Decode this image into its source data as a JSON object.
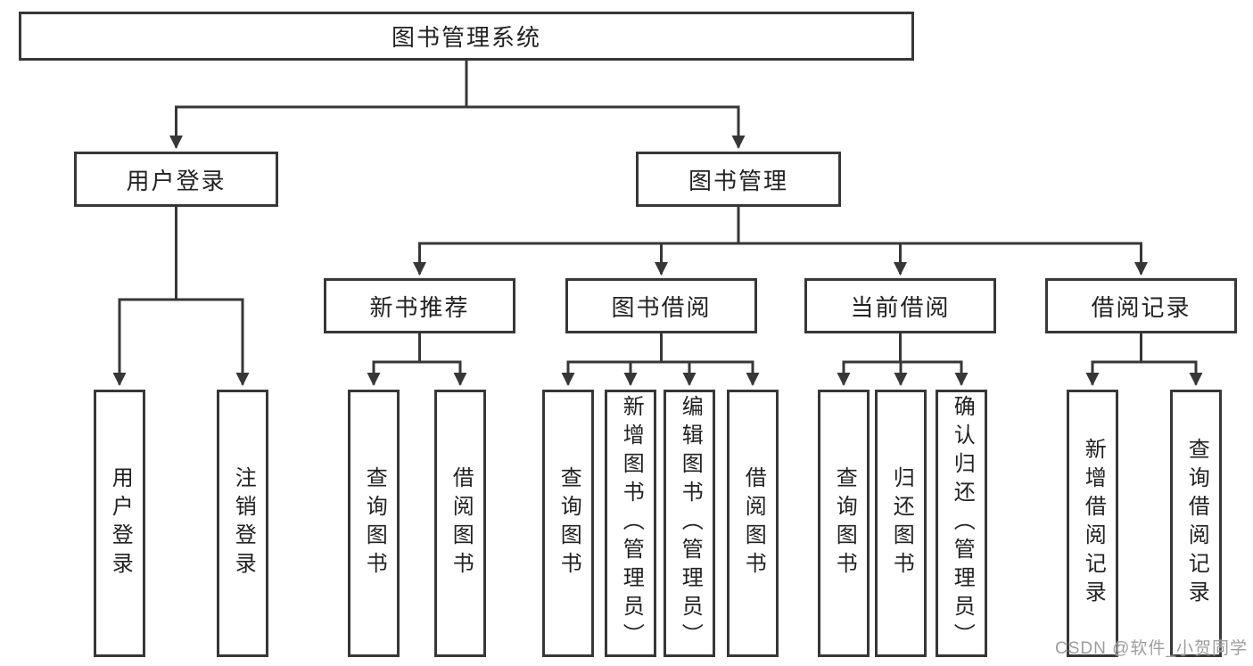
{
  "diagram": {
    "root": "图书管理系统",
    "branches": [
      {
        "label": "用户登录",
        "children": [
          "用户登录",
          "注销登录"
        ]
      },
      {
        "label": "图书管理",
        "groups": [
          {
            "label": "新书推荐",
            "children": [
              "查询图书",
              "借阅图书"
            ]
          },
          {
            "label": "图书借阅",
            "children": [
              "查询图书",
              "新增图书（管理员）",
              "编辑图书（管理员）",
              "借阅图书"
            ]
          },
          {
            "label": "当前借阅",
            "children": [
              "查询图书",
              "归还图书",
              "确认归还（管理员）"
            ]
          },
          {
            "label": "借阅记录",
            "children": [
              "新增借阅记录",
              "查询借阅记录"
            ]
          }
        ]
      }
    ]
  },
  "watermark": "CSDN @软件_小贺同学",
  "colors": {
    "line": "#373737",
    "box_border": "#373737",
    "text": "#222222",
    "watermark": "#9d9d9d",
    "background": "#ffffff"
  }
}
